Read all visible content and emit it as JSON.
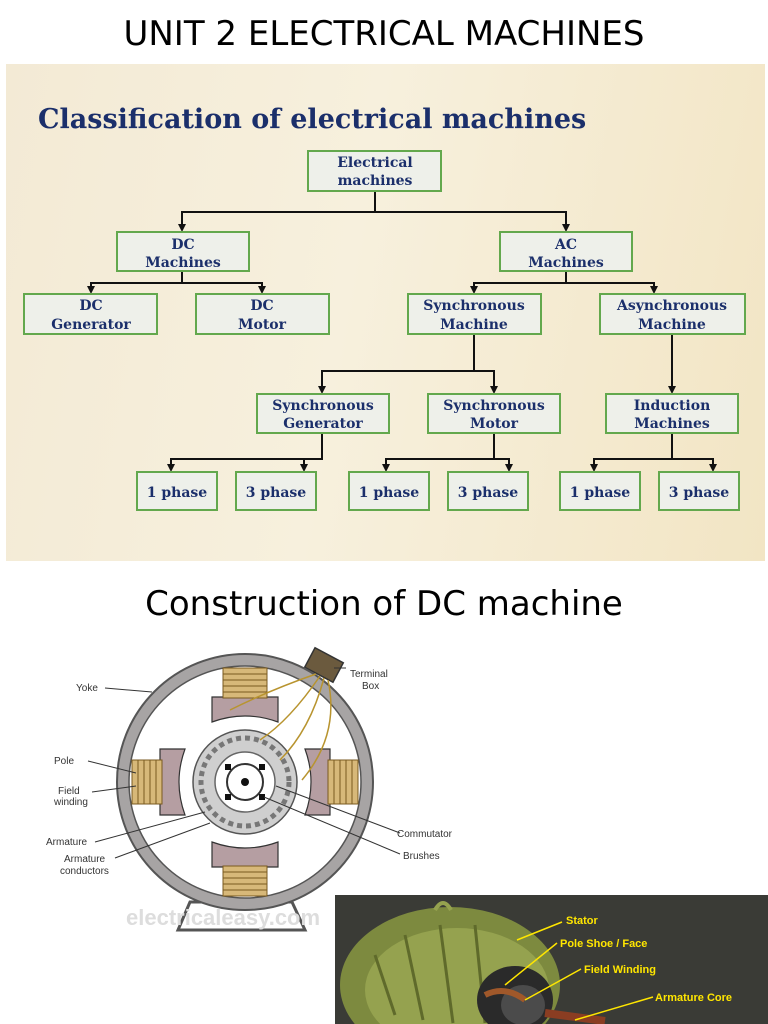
{
  "slide1": {
    "title": "UNIT 2 ELECTRICAL MACHINES",
    "chart_title": "Classification of electrical machines",
    "nodes": {
      "root": [
        "Electrical",
        "machines"
      ],
      "dc": [
        "DC",
        "Machines"
      ],
      "ac": [
        "AC",
        "Machines"
      ],
      "dc_generator": [
        "DC",
        "Generator"
      ],
      "dc_motor": [
        "DC",
        "Motor"
      ],
      "synchronous": [
        "Synchronous",
        "Machine"
      ],
      "asynchronous": [
        "Asynchronous",
        "Machine"
      ],
      "sync_generator": [
        "Synchronous",
        "Generator"
      ],
      "sync_motor": [
        "Synchronous",
        "Motor"
      ],
      "induction": [
        "Induction",
        "Machines"
      ],
      "phase1": "1 phase",
      "phase3": "3 phase"
    }
  },
  "slide2": {
    "title": "Construction of DC machine",
    "diagram_labels": {
      "yoke": "Yoke",
      "terminal_box": [
        "Terminal",
        "Box"
      ],
      "pole": "Pole",
      "field_winding": [
        "Field",
        "winding"
      ],
      "armature": "Armature",
      "armature_conductors": [
        "Armature",
        "conductors"
      ],
      "commutator": "Commutator",
      "brushes": "Brushes",
      "watermark": "electricaleasy.com"
    },
    "photo_labels": {
      "stator": "Stator",
      "pole_shoe": "Pole Shoe / Face",
      "field_winding": "Field Winding",
      "armature_core": "Armature Core"
    }
  },
  "colors": {
    "box_fill": "#eef0ea",
    "box_border": "#63a84d",
    "box_text": "#1b2f6b",
    "photo_label": "#ffe600",
    "yoke": "#a7a4a4",
    "pole": "#b59ea2",
    "coil": "#d7b879"
  }
}
